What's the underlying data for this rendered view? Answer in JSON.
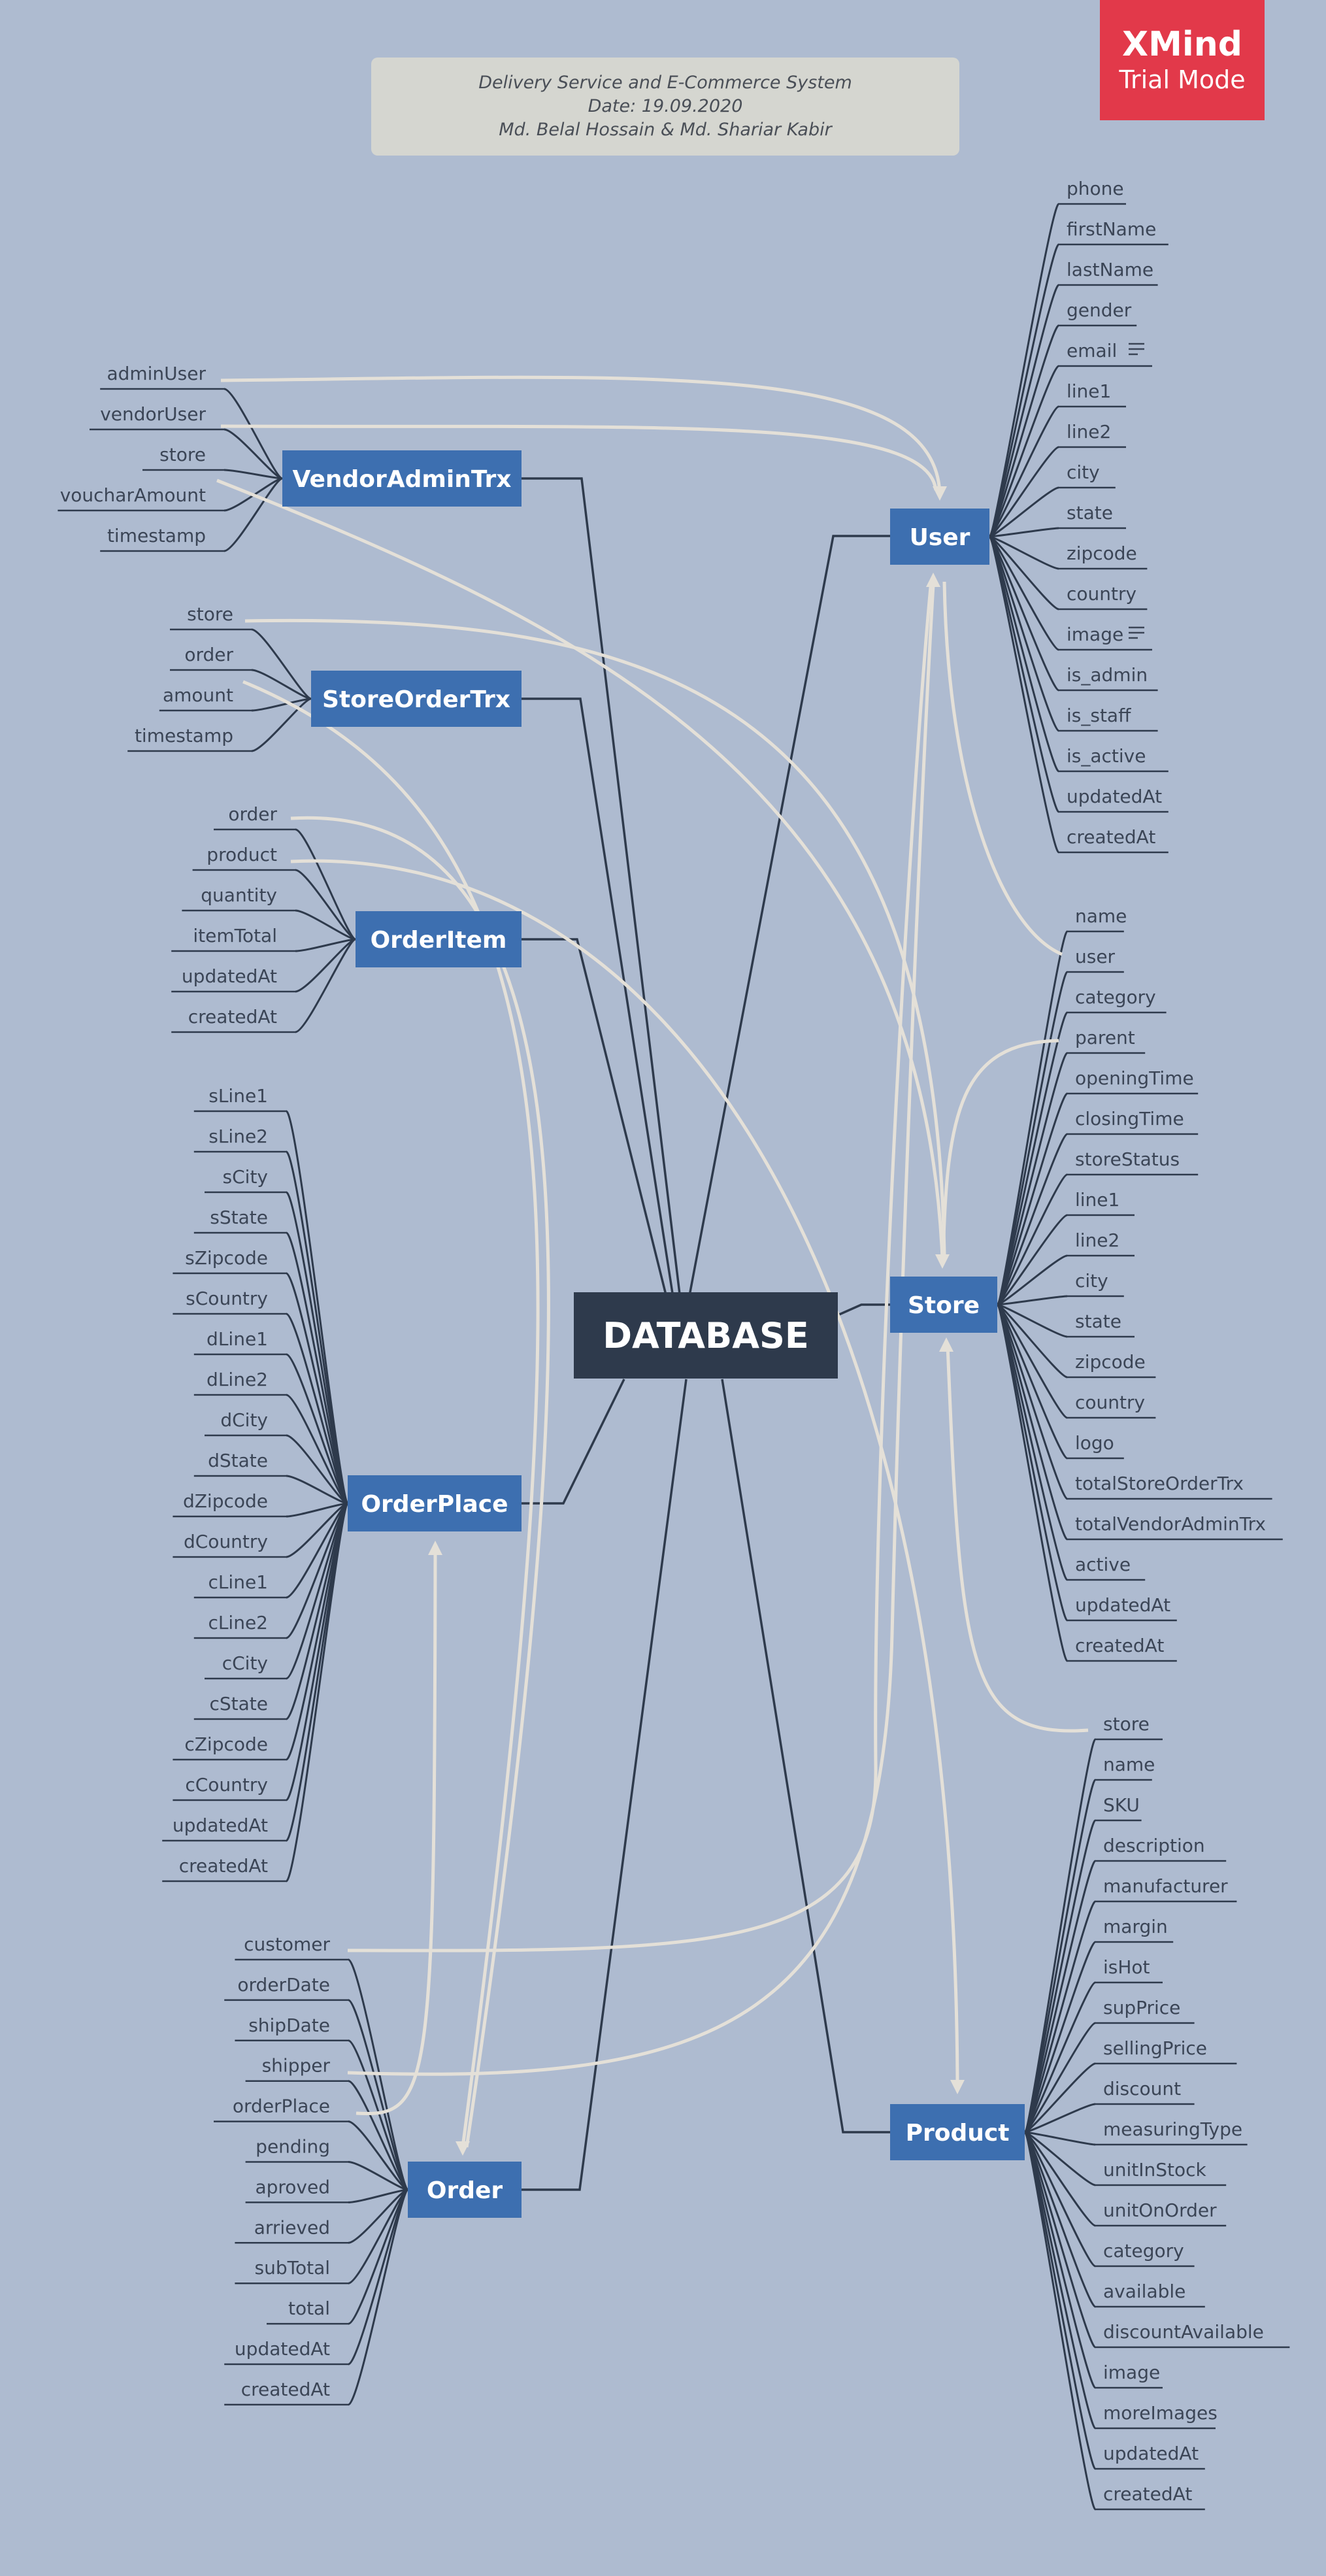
{
  "header": {
    "line1": "Delivery Service and E-Commerce System",
    "line2": "Date: 19.09.2020",
    "line3": "Md. Belal Hossain & Md. Shariar Kabir"
  },
  "badge": {
    "title": "XMind",
    "subtitle": "Trial Mode"
  },
  "colors": {
    "background": "#aebbd0",
    "entity": "#3d6fb0",
    "center": "#2e3a4c",
    "relation": "#e4e0d8",
    "badge": "#e2394a"
  },
  "center": {
    "label": "DATABASE"
  },
  "entities": [
    {
      "id": "user",
      "label": "User",
      "side": "right",
      "fields": [
        "phone",
        "firstName",
        "lastName",
        "gender",
        "email",
        "line1",
        "line2",
        "city",
        "state",
        "zipcode",
        "country",
        "image",
        "is_admin",
        "is_staff",
        "is_active",
        "updatedAt",
        "createdAt"
      ],
      "note_fields": [
        "email",
        "image"
      ]
    },
    {
      "id": "store",
      "label": "Store",
      "side": "right",
      "fields": [
        "name",
        "user",
        "category",
        "parent",
        "openingTime",
        "closingTime",
        "storeStatus",
        "line1",
        "line2",
        "city",
        "state",
        "zipcode",
        "country",
        "logo",
        "totalStoreOrderTrx",
        "totalVendorAdminTrx",
        "active",
        "updatedAt",
        "createdAt"
      ]
    },
    {
      "id": "product",
      "label": "Product",
      "side": "right",
      "fields": [
        "store",
        "name",
        "SKU",
        "description",
        "manufacturer",
        "margin",
        "isHot",
        "supPrice",
        "sellingPrice",
        "discount",
        "measuringType",
        "unitInStock",
        "unitOnOrder",
        "category",
        "available",
        "discountAvailable",
        "image",
        "moreImages",
        "updatedAt",
        "createdAt"
      ]
    },
    {
      "id": "vendoradmintrx",
      "label": "VendorAdminTrx",
      "side": "left",
      "fields": [
        "adminUser",
        "vendorUser",
        "store",
        "voucharAmount",
        "timestamp"
      ]
    },
    {
      "id": "storeordertrx",
      "label": "StoreOrderTrx",
      "side": "left",
      "fields": [
        "store",
        "order",
        "amount",
        "timestamp"
      ]
    },
    {
      "id": "orderitem",
      "label": "OrderItem",
      "side": "left",
      "fields": [
        "order",
        "product",
        "quantity",
        "itemTotal",
        "updatedAt",
        "createdAt"
      ]
    },
    {
      "id": "orderplace",
      "label": "OrderPlace",
      "side": "left",
      "fields": [
        "sLine1",
        "sLine2",
        "sCity",
        "sState",
        "sZipcode",
        "sCountry",
        "dLine1",
        "dLine2",
        "dCity",
        "dState",
        "dZipcode",
        "dCountry",
        "cLine1",
        "cLine2",
        "cCity",
        "cState",
        "cZipcode",
        "cCountry",
        "updatedAt",
        "createdAt"
      ]
    },
    {
      "id": "order",
      "label": "Order",
      "side": "left",
      "fields": [
        "customer",
        "orderDate",
        "shipDate",
        "shipper",
        "orderPlace",
        "pending",
        "aproved",
        "arrieved",
        "subTotal",
        "total",
        "updatedAt",
        "createdAt"
      ]
    }
  ],
  "relations": [
    {
      "from": "vendoradmintrx.adminUser",
      "to": "User"
    },
    {
      "from": "vendoradmintrx.vendorUser",
      "to": "User"
    },
    {
      "from": "vendoradmintrx.store",
      "to": "Store"
    },
    {
      "from": "storeordertrx.store",
      "to": "Store"
    },
    {
      "from": "storeordertrx.order",
      "to": "Order"
    },
    {
      "from": "orderitem.order",
      "to": "Order"
    },
    {
      "from": "orderitem.product",
      "to": "Product"
    },
    {
      "from": "order.customer",
      "to": "User"
    },
    {
      "from": "order.shipper",
      "to": "User"
    },
    {
      "from": "order.orderPlace",
      "to": "OrderPlace"
    },
    {
      "from": "store.user",
      "to": "User"
    },
    {
      "from": "store.parent",
      "to": "Store"
    },
    {
      "from": "product.store",
      "to": "Store"
    }
  ]
}
